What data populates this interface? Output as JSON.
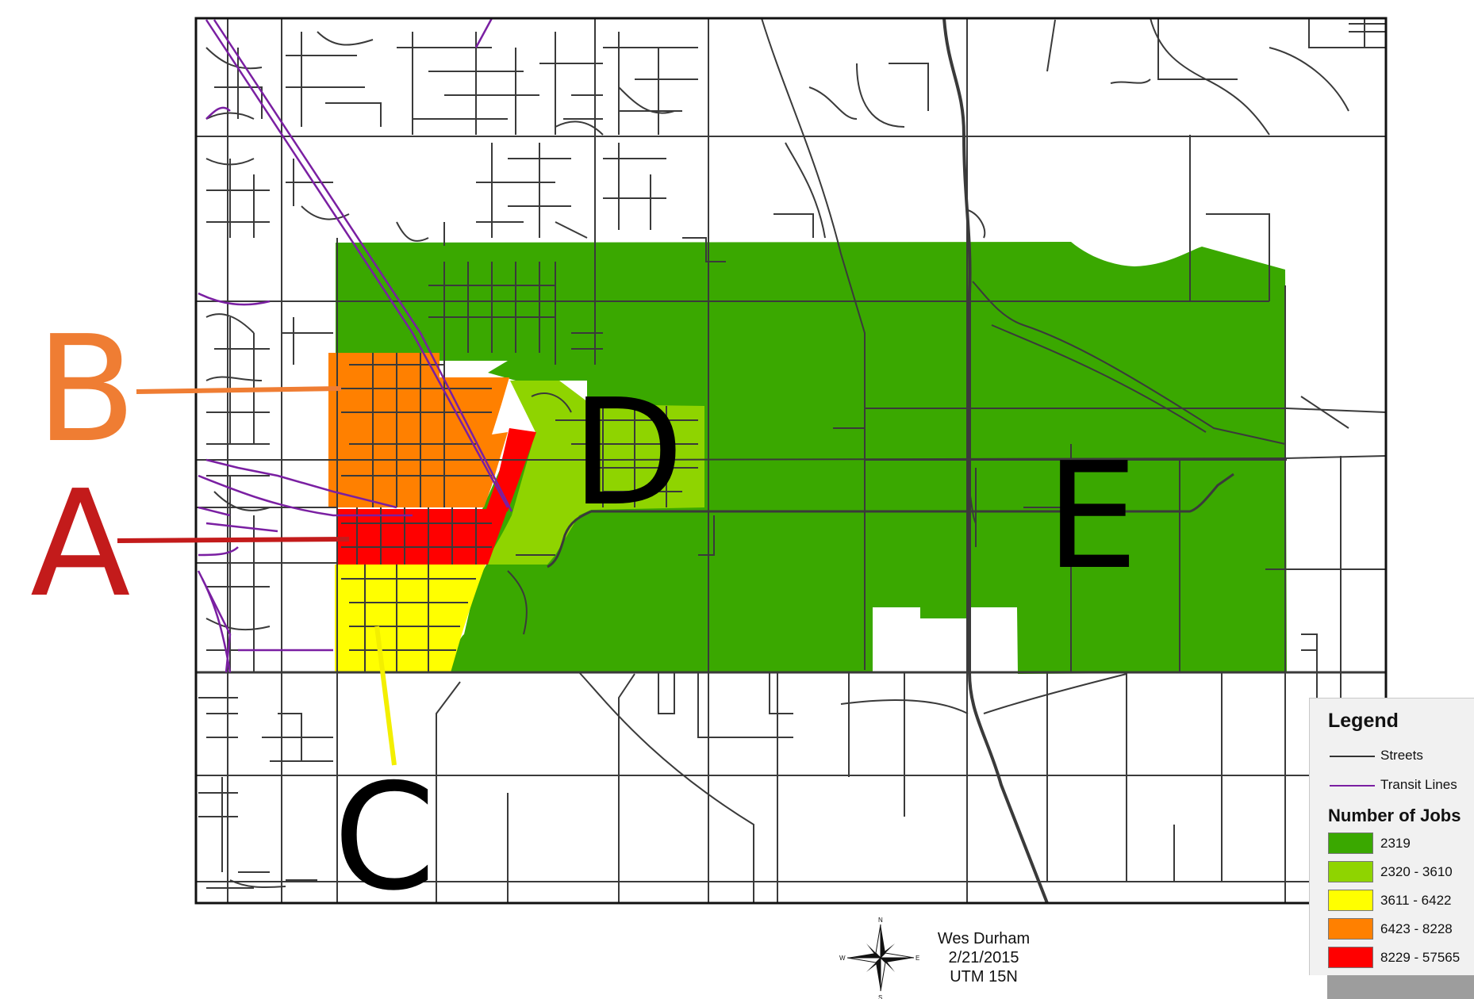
{
  "map_labels": {
    "a": {
      "text": "A",
      "color": "#c31b1b"
    },
    "b": {
      "text": "B",
      "color": "#ef7d33"
    },
    "c": {
      "text": "C",
      "color": "#000000"
    },
    "d": {
      "text": "D",
      "color": "#000000"
    },
    "e": {
      "text": "E",
      "color": "#000000"
    }
  },
  "legend": {
    "title": "Legend",
    "streets_label": "Streets",
    "transit_label": "Transit Lines",
    "jobs_heading": "Number of Jobs",
    "classes": [
      {
        "label": "2319",
        "color": "#3aa800"
      },
      {
        "label": "2320 - 3610",
        "color": "#8fd400"
      },
      {
        "label": "3611 - 6422",
        "color": "#ffff00"
      },
      {
        "label": "6423 - 8228",
        "color": "#ff8000"
      },
      {
        "label": "8229 - 57565",
        "color": "#ff0000"
      }
    ]
  },
  "credits": {
    "author": "Wes Durham",
    "date": "2/21/2015",
    "projection": "UTM 15N"
  },
  "compass": {
    "n": "N",
    "s": "S",
    "e": "E",
    "w": "W"
  },
  "colors": {
    "street": "#3a3a3a",
    "transit": "#7a1fa2",
    "frame": "#111111"
  }
}
